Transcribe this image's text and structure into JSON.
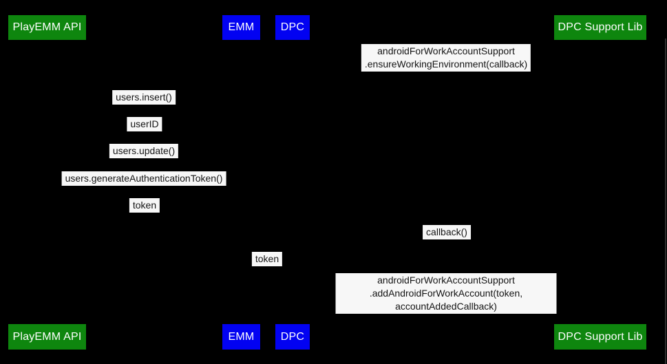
{
  "colors": {
    "background": "#000000",
    "actor_green": "#0e860e",
    "actor_blue": "#0202f2",
    "actor_text": "#ffffff",
    "message_background": "#f7f7f7",
    "message_text": "#141414"
  },
  "actors": [
    {
      "label": "PlayEMM API"
    },
    {
      "label": "EMM"
    },
    {
      "label": "DPC"
    },
    {
      "label": "DPC Support Lib"
    }
  ],
  "messages": [
    {
      "label": "androidForWorkAccountSupport\n.ensureWorkingEnvironment(callback)"
    },
    {
      "label": "users.insert()"
    },
    {
      "label": "userID"
    },
    {
      "label": "users.update()"
    },
    {
      "label": "users.generateAuthenticationToken()"
    },
    {
      "label": "token"
    },
    {
      "label": "callback()"
    },
    {
      "label": "token"
    },
    {
      "label": "androidForWorkAccountSupport\n.addAndroidForWorkAccount(token, accountAddedCallback)"
    }
  ]
}
